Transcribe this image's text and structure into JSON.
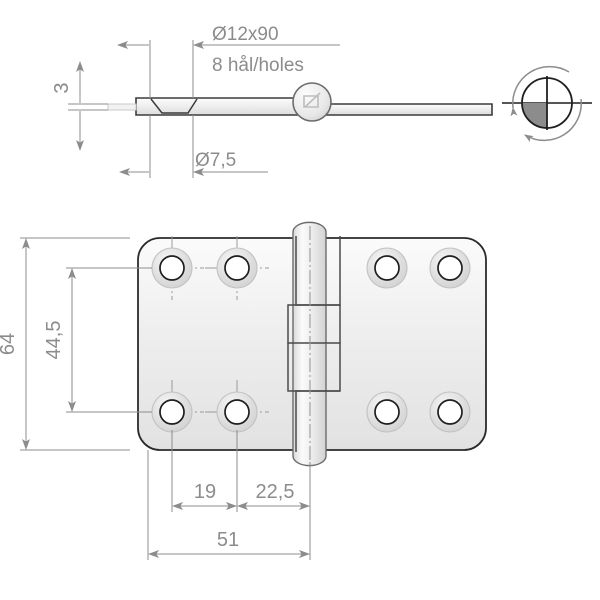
{
  "drawing": {
    "title": "hinge-technical-drawing",
    "views": [
      {
        "name": "profile-view",
        "label": ""
      },
      {
        "name": "rotation-symbol-view",
        "label": ""
      },
      {
        "name": "plan-view",
        "label": ""
      }
    ],
    "colors": {
      "line": "#3b3b3b",
      "dim_line": "#8c8c8c",
      "text": "#8c8c8c",
      "body_fill": "#ececec",
      "body_fill_light": "#f4f4f4",
      "hole_shade": "#d8d8d8",
      "hole_inner": "#ffffff",
      "quadrant_shade": "#8c8c8c",
      "background": "#ffffff"
    },
    "annotations": {
      "hole_spec": "Ø12x90",
      "hole_count": "8 hål/holes",
      "through_hole": "Ø7,5",
      "thickness": "3",
      "total_height": "64",
      "hole_pitch_vertical": "44,5",
      "hole_pitch_horizontal": "19",
      "knuckle_offset": "22,5",
      "total_width": "51"
    },
    "icons": {
      "rotation": "rotation-arrow-icon",
      "centerline": "centerline-icon",
      "countersink": "countersink-icon"
    }
  }
}
